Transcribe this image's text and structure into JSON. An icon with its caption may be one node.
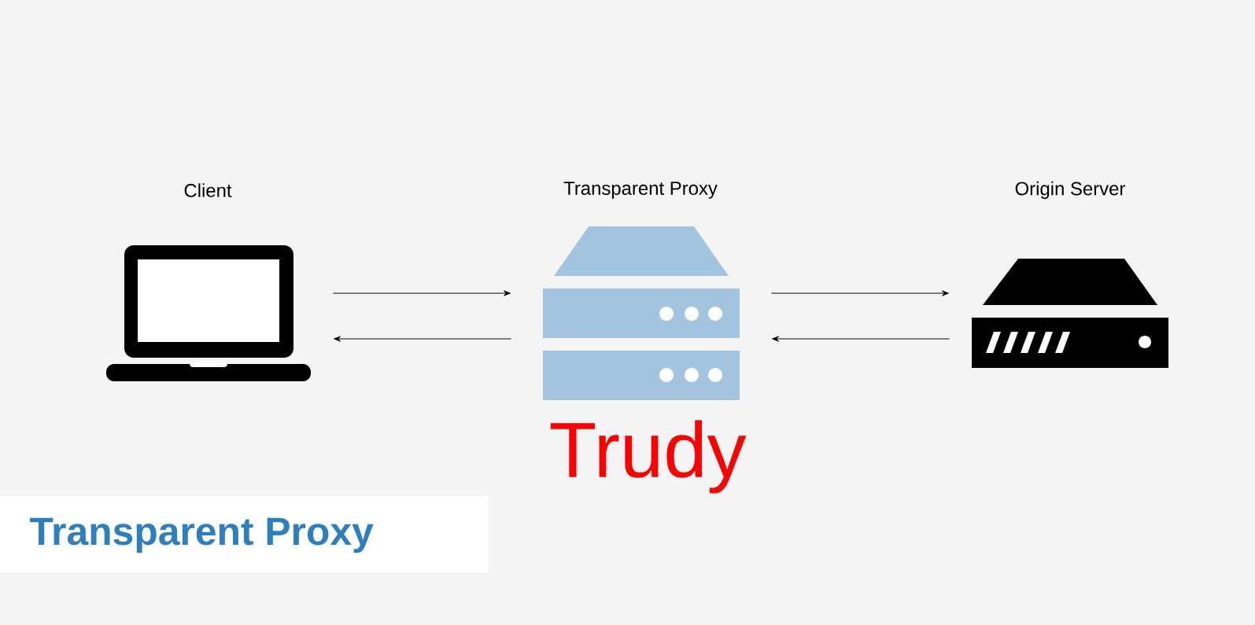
{
  "diagram": {
    "title": "Transparent Proxy",
    "nodes": [
      {
        "text": [
          "Client"
        ]
      },
      {
        "text": [
          "Transparent Proxy"
        ],
        "beside": [
          "Trudy"
        ]
      },
      {
        "text": [
          "Origin Server"
        ]
      }
    ],
    "edges": [
      {
        "from": 0,
        "to": 1,
        "arrow": "to"
      },
      {
        "from": 1,
        "to": 0,
        "arrow": "to"
      },
      {
        "from": 1,
        "to": 2,
        "arrow": "to"
      },
      {
        "from": 2,
        "to": 1,
        "arrow": "to"
      }
    ]
  }
}
